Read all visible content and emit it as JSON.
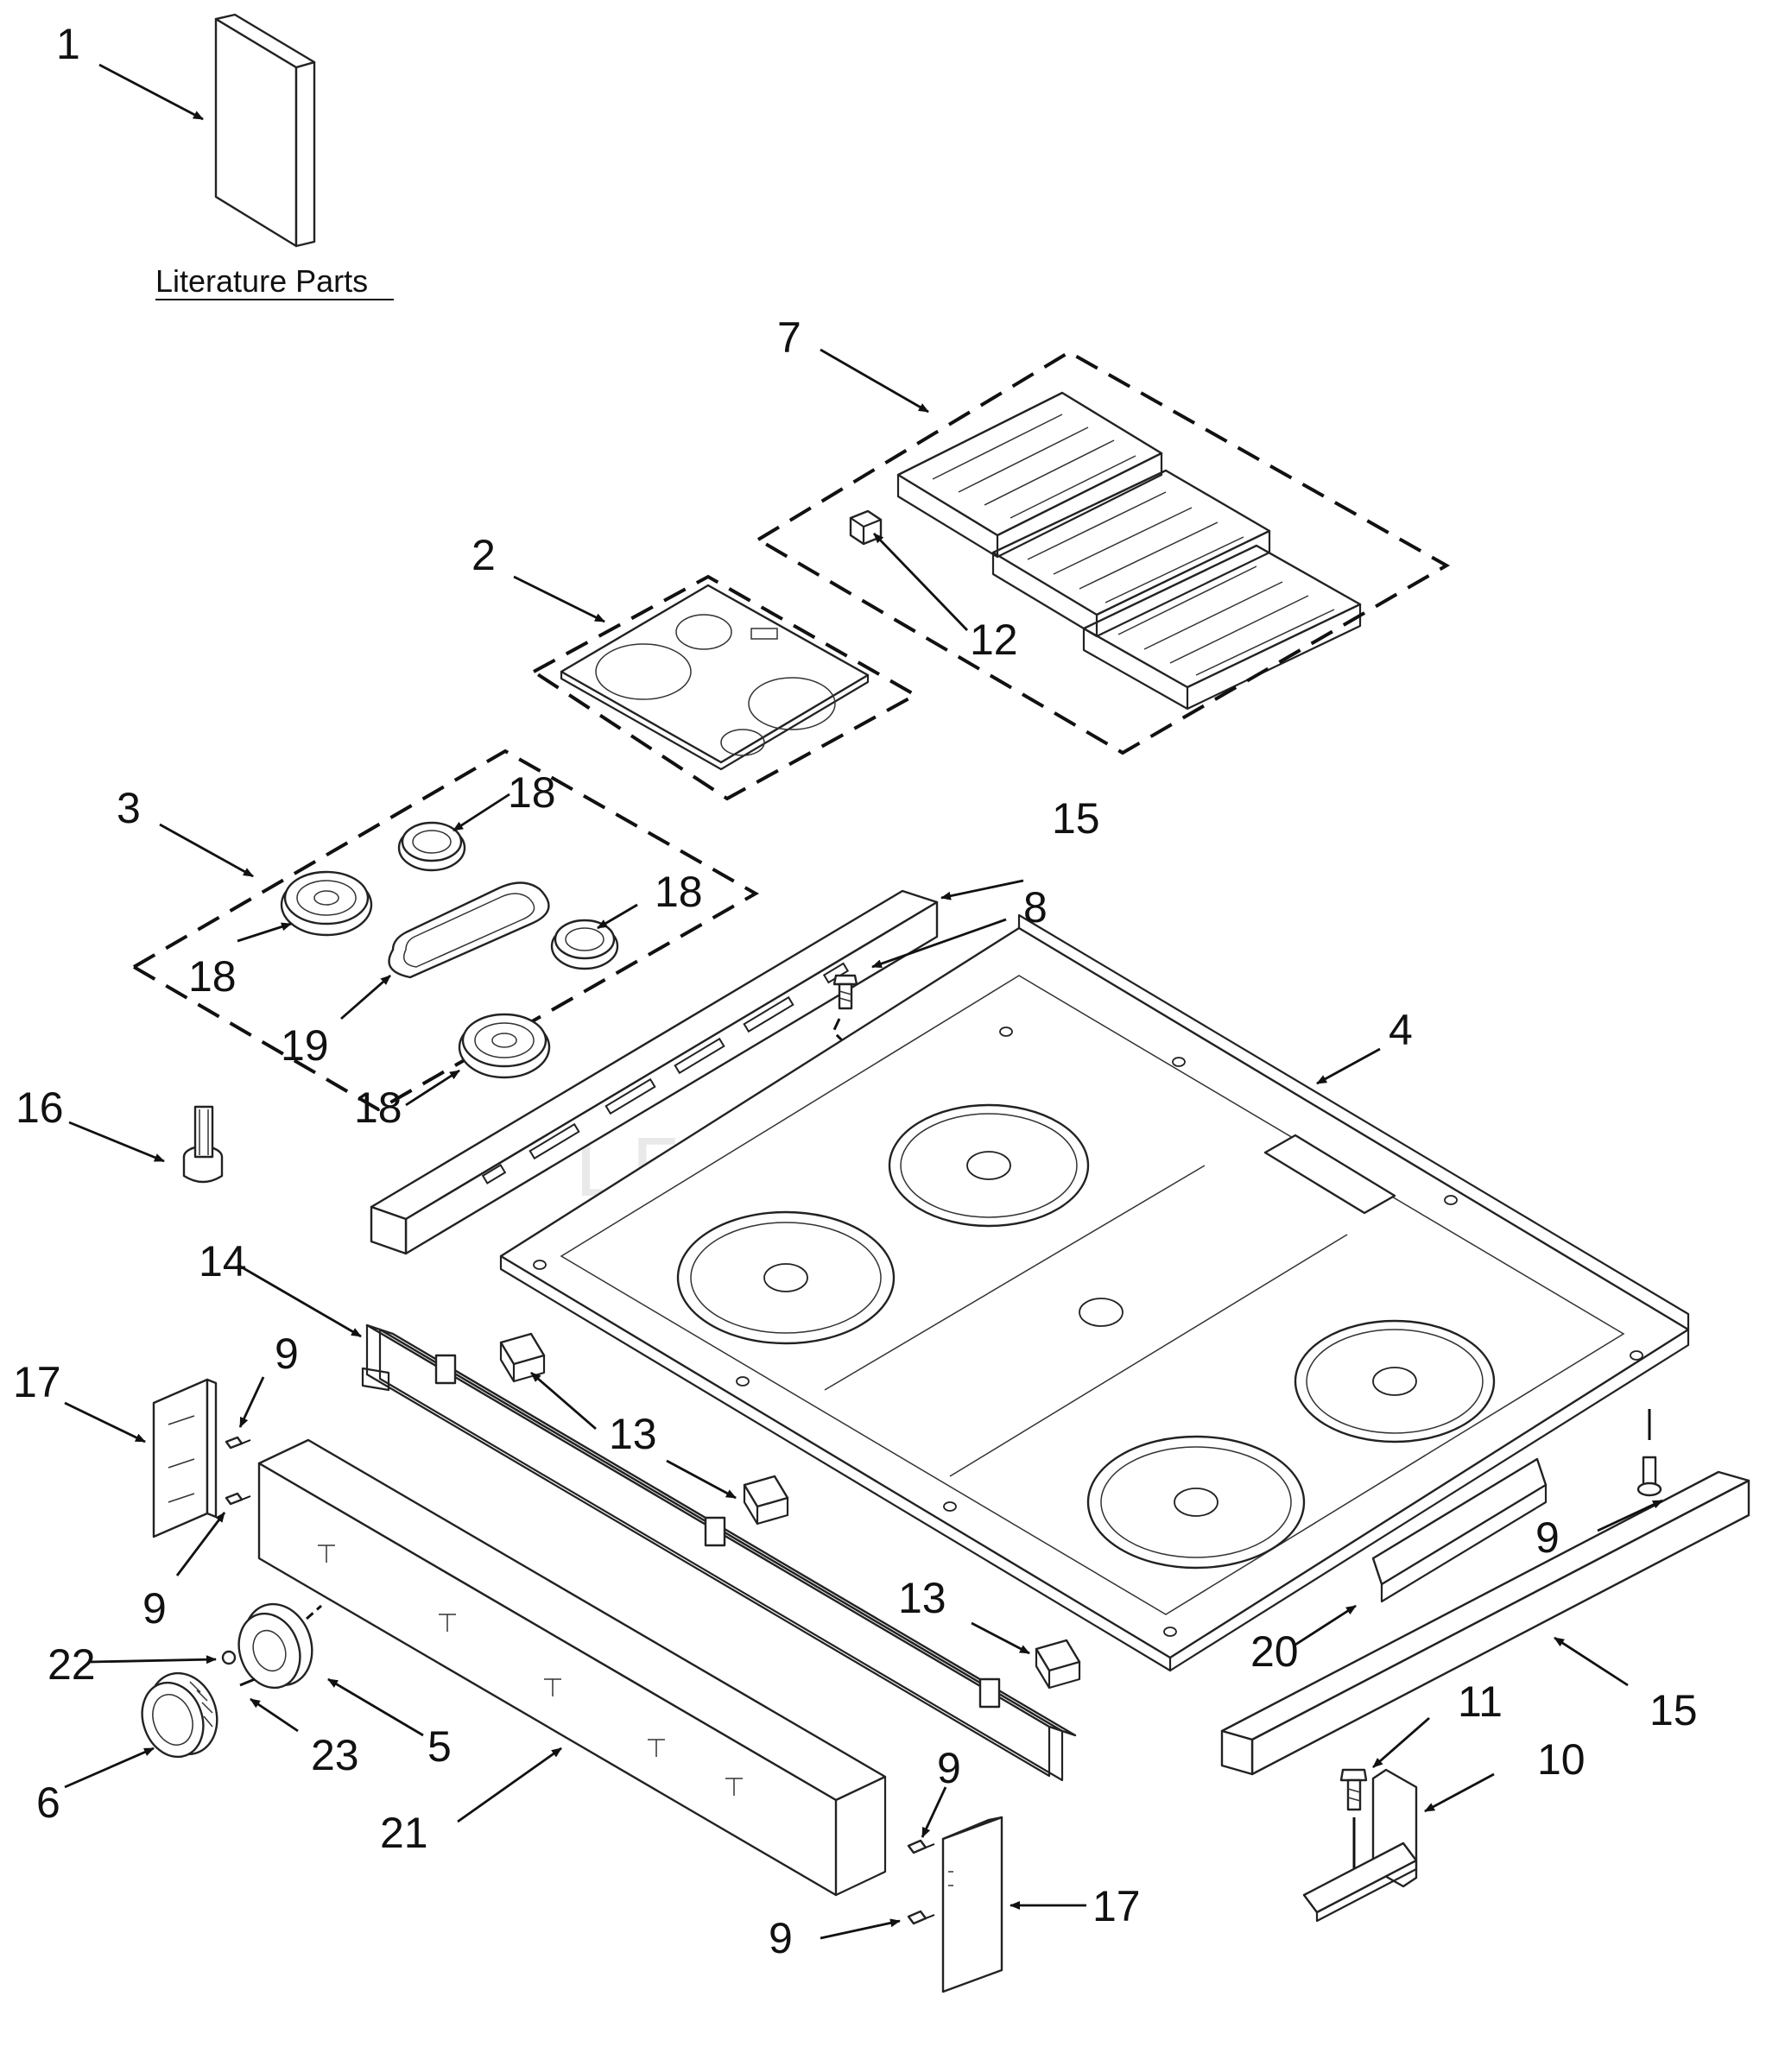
{
  "literature": {
    "caption": "Literature Parts"
  },
  "watermark": "LEADVENTURE",
  "callouts": {
    "c1": "1",
    "c2": "2",
    "c3": "3",
    "c4": "4",
    "c5": "5",
    "c6": "6",
    "c7": "7",
    "c8": "8",
    "c9a": "9",
    "c9b": "9",
    "c9c": "9",
    "c9d": "9",
    "c9e": "9",
    "c10": "10",
    "c11": "11",
    "c12": "12",
    "c13a": "13",
    "c13b": "13",
    "c14": "14",
    "c15a": "15",
    "c15b": "15",
    "c16": "16",
    "c17a": "17",
    "c17b": "17",
    "c18a": "18",
    "c18b": "18",
    "c18c": "18",
    "c18d": "18",
    "c19": "19",
    "c20": "20",
    "c21": "21",
    "c22": "22",
    "c23": "23"
  }
}
